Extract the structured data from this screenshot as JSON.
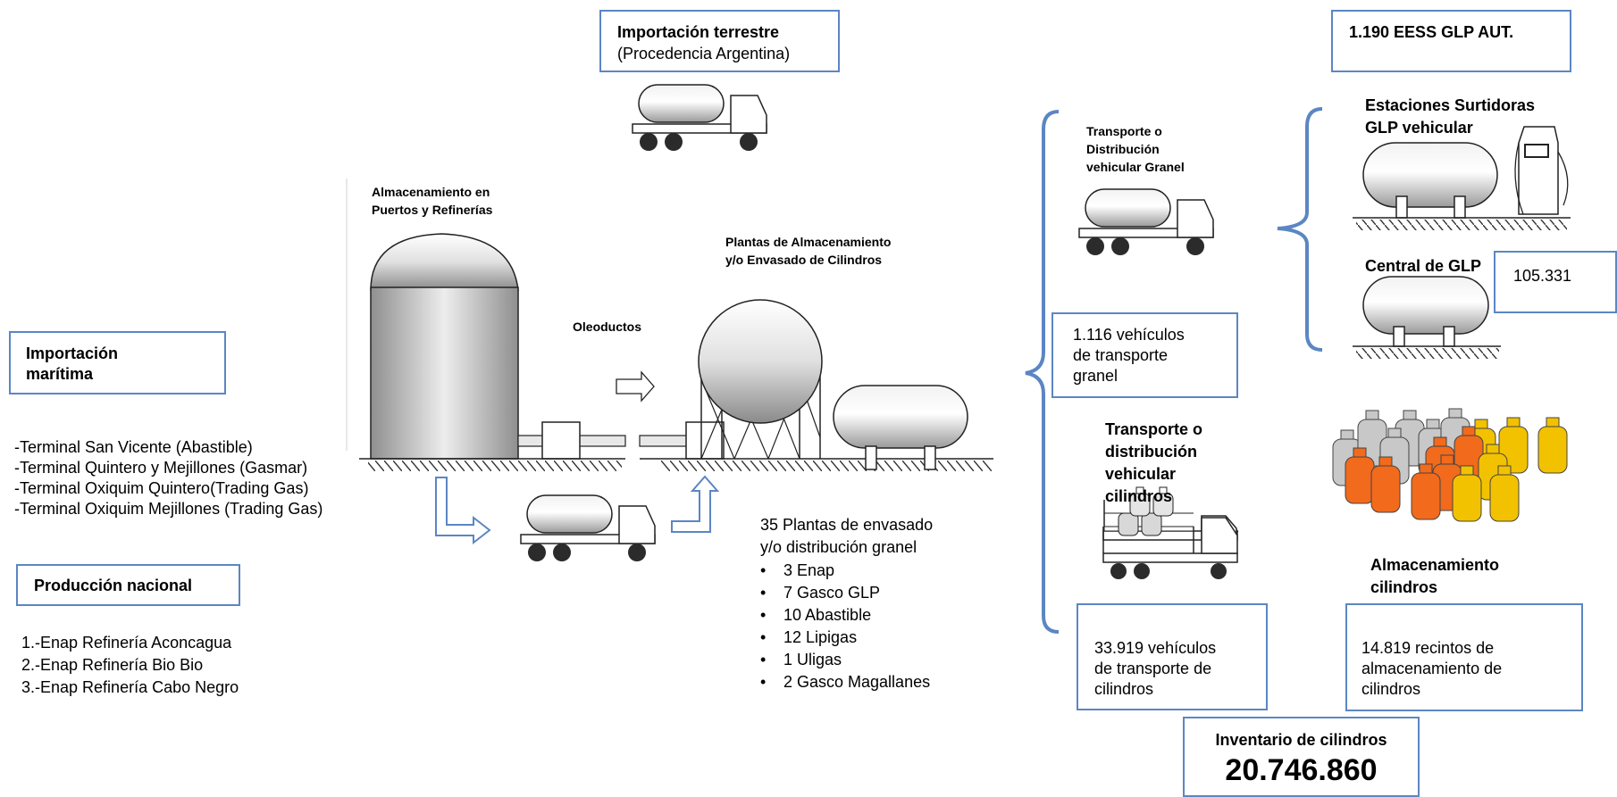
{
  "import_land": {
    "title": "Importación terrestre",
    "subtitle": "(Procedencia Argentina)"
  },
  "import_sea": {
    "title": "Importación\nmarítima"
  },
  "terminals": [
    "-Terminal San Vicente (Abastible)",
    "-Terminal Quintero y Mejillones (Gasmar)",
    "-Terminal Oxiquim Quintero(Trading Gas)",
    "-Terminal Oxiquim Mejillones (Trading Gas)"
  ],
  "national_production": {
    "title": "Producción nacional"
  },
  "refineries": [
    "1.-Enap Refinería Aconcagua",
    "2.-Enap Refinería Bio Bio",
    "3.-Enap Refinería Cabo Negro"
  ],
  "storage_ports": {
    "label": "Almacenamiento en\nPuertos y Refinerías"
  },
  "pipelines": {
    "label": "Oleoductos"
  },
  "plants_storage": {
    "label": "Plantas de Almacenamiento\ny/o Envasado de Cilindros"
  },
  "plants_list": {
    "heading": "35 Plantas de envasado\ny/o distribución granel",
    "items": [
      "3  Enap",
      "7  Gasco GLP",
      "10 Abastible",
      "12 Lipigas",
      "1 Uligas",
      "2 Gasco Magallanes"
    ]
  },
  "bulk_transport": {
    "label": "Transporte o\nDistribución\nvehicular Granel",
    "count_text": "1.116 vehículos\nde transporte\ngranel"
  },
  "cylinder_transport": {
    "label": "Transporte o\ndistribución\nvehicular\ncilindros",
    "count_text": "33.919 vehículos\nde transporte de\ncilindros"
  },
  "eess": {
    "title": "1.190 EESS GLP AUT."
  },
  "service_stations": {
    "label": "Estaciones Surtidoras\nGLP vehicular"
  },
  "central_glp": {
    "label": "Central de GLP",
    "count": "105.331"
  },
  "cylinder_storage": {
    "label": "Almacenamiento\ncilindros",
    "count_text": "14.819 recintos de\nalmacenamiento de\ncilindros"
  },
  "cylinder_inventory": {
    "title": "Inventario de cilindros",
    "value": "20.746.860"
  },
  "colors": {
    "box_border": "#5b86c3",
    "bracket": "#5b86c3",
    "cyl_orange": "#f26a1b",
    "cyl_yellow": "#f2c200",
    "cyl_gray": "#c8c8c8"
  }
}
